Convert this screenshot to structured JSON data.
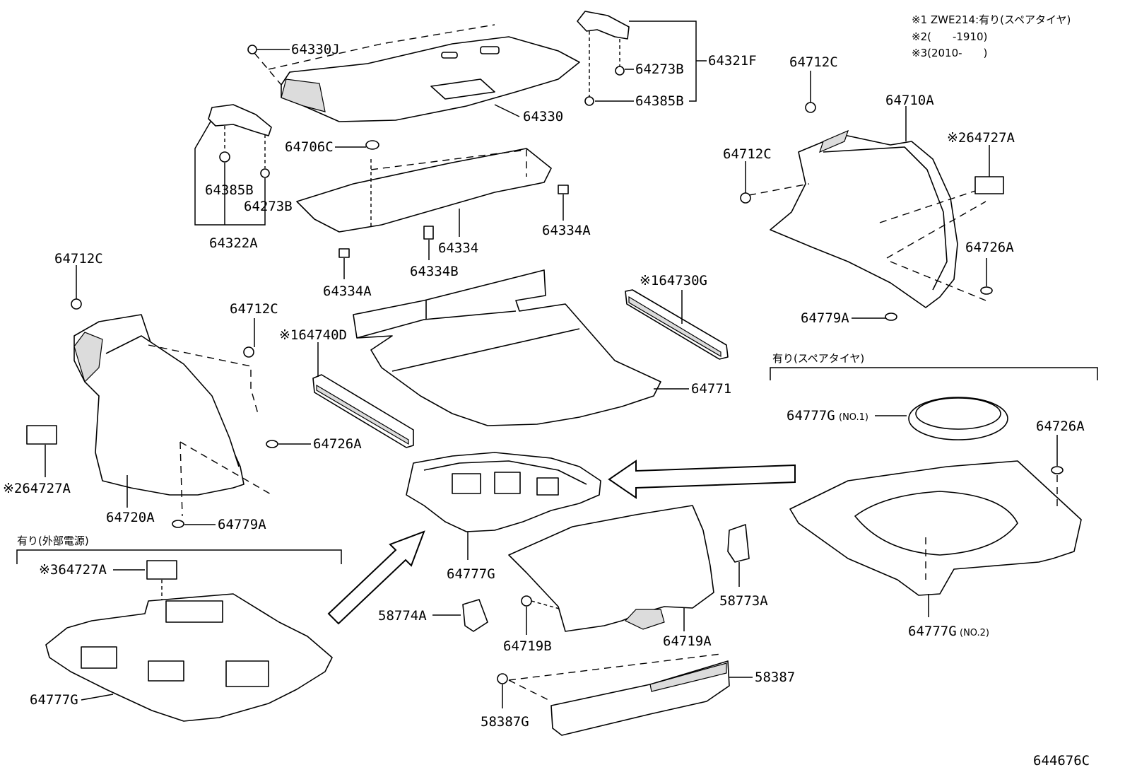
{
  "notes": {
    "n1": "※1 ZWE214:有り(スペアタイヤ)",
    "n2": "※2(　　-1910)",
    "n3": "※3(2010-　　)"
  },
  "groups": {
    "spare_tire": "有り(スペアタイヤ)",
    "external_power": "有り(外部電源)"
  },
  "parts": {
    "p64330J": "64330J",
    "p64273B_top": "64273B",
    "p64321F": "64321F",
    "p64385B_top": "64385B",
    "p64330": "64330",
    "p64706C": "64706C",
    "p64385B_left": "64385B",
    "p64273B_left": "64273B",
    "p64322A": "64322A",
    "p64334A_right": "64334A",
    "p64334": "64334",
    "p64334B": "64334B",
    "p64334A_left": "64334A",
    "p64712C_top": "64712C",
    "p64710A": "64710A",
    "p64727A_right": "※264727A",
    "p64712C_right": "64712C",
    "p64726A_right": "64726A",
    "p64779A_right": "64779A",
    "p64712C_left": "64712C",
    "p64712C_mid": "64712C",
    "p64730G": "※164730G",
    "p64740D": "※164740D",
    "p64771": "64771",
    "p64726A_mid": "64726A",
    "p64727A_left": "※264727A",
    "p64720A": "64720A",
    "p64779A_left": "64779A",
    "p64777G_no1": "64777G",
    "p64777G_no1_sfx": "(NO.1)",
    "p64726A_spare": "64726A",
    "p64727A_ext": "※364727A",
    "p64777G_center": "64777G",
    "p58773A": "58773A",
    "p58774A": "58774A",
    "p64719B": "64719B",
    "p64719A": "64719A",
    "p64777G_ext": "64777G",
    "p58387": "58387",
    "p58387G": "58387G",
    "p64777G_no2": "64777G",
    "p64777G_no2_sfx": "(NO.2)"
  },
  "diagram_id": "644676C"
}
